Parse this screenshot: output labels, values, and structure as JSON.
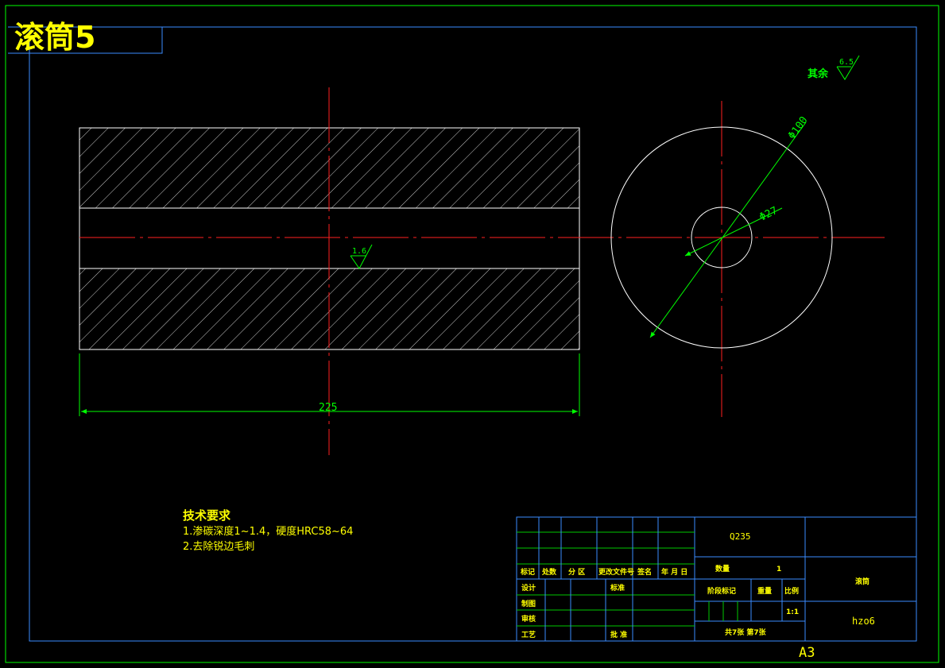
{
  "title": "滚筒5",
  "surface_finish_note": {
    "label": "其余",
    "value": "6.5"
  },
  "section_roughness": "1.6",
  "dimensions": {
    "length": "225",
    "outer_diameter": "Φ100",
    "inner_diameter": "Φ27"
  },
  "tech_requirements": {
    "heading": "技术要求",
    "items": [
      "1.渗碳深度1~1.4，硬度HRC58~64",
      "2.去除锐边毛刺"
    ]
  },
  "title_block": {
    "material": "Q235",
    "part_name": "滚筒",
    "drawing_no": "hzo6",
    "header_cells": [
      "标记",
      "处数",
      "分 区",
      "更改文件号",
      "签名",
      "年 月 日"
    ],
    "row_labels": [
      "设计",
      "制图",
      "审核",
      "工艺"
    ],
    "standardize": "标准",
    "approve": "批 准",
    "quantity_label": "数量",
    "quantity_value": "1",
    "stage_label": "阶段标记",
    "weight_label": "重量",
    "scale_label": "比例",
    "scale_value": "1:1",
    "sheet_info": "共7张  第7张"
  },
  "paper_size": "A3",
  "colors": {
    "background": "#000000",
    "outer_border": "#00ff00",
    "inner_border": "#3a8cff",
    "outline": "#ffffff",
    "centerline": "#ff2020",
    "dimension": "#00ff00",
    "text_yellow": "#ffff00",
    "title_block_lines": "#3a8cff",
    "title_block_inner": "#00c800"
  }
}
